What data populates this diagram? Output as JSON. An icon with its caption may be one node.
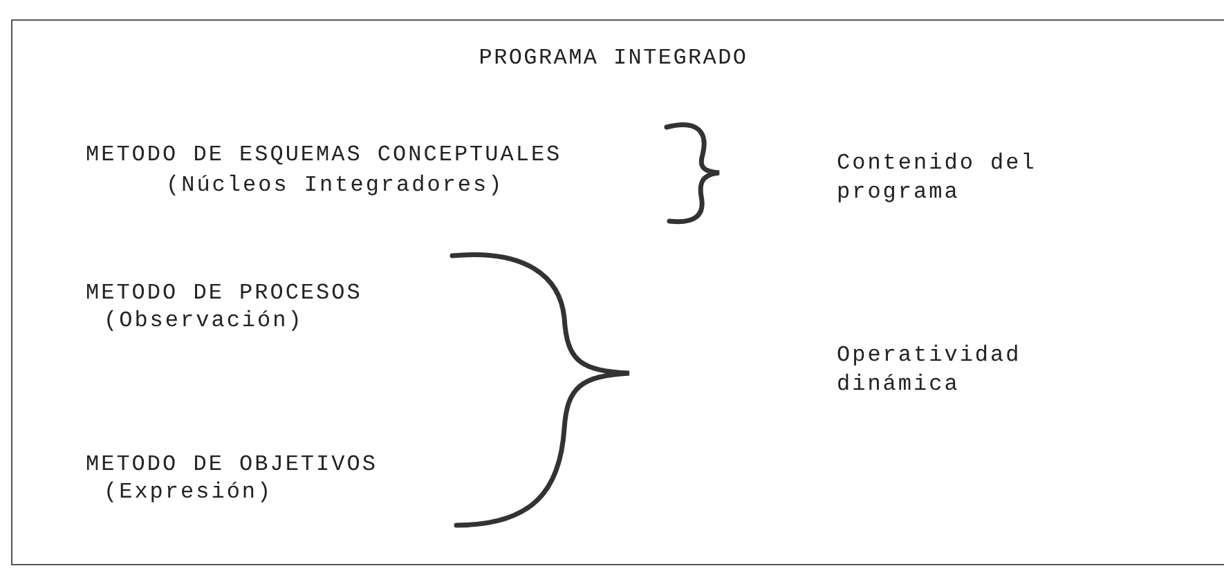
{
  "diagram": {
    "title": "PROGRAMA INTEGRADO",
    "labels": [
      "METODO DE ESQUEMAS CONCEPTUALES",
      "(Núcleos Integradores)",
      "Contenido del programa",
      "METODO DE PROCESOS",
      "(Observación)",
      "METODO DE OBJETIVOS",
      "(Expresión)",
      "Operatividad dinámica"
    ]
  }
}
